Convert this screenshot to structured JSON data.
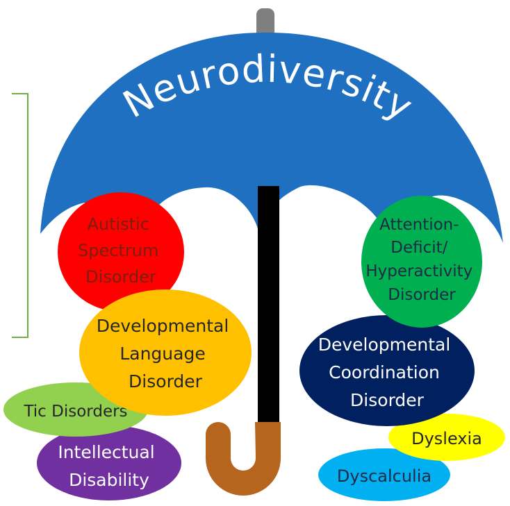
{
  "umbrella": {
    "title": "Neurodiversity",
    "canopy_color": "#1f70c1",
    "shaft_color": "#000000",
    "handle_color": "#b5651d",
    "tip_color": "#7f7f7f"
  },
  "frame": {
    "border_color": "#70ad47"
  },
  "conditions": [
    {
      "id": "autistic-spectrum-disorder",
      "lines": [
        "Autistic",
        "Spectrum",
        "Disorder"
      ],
      "fill": "#ff0000",
      "text_color": "#7a1f10"
    },
    {
      "id": "developmental-language-disorder",
      "lines": [
        "Developmental",
        "Language",
        "Disorder"
      ],
      "fill": "#ffc000",
      "text_color": "#262626"
    },
    {
      "id": "tic-disorders",
      "lines": [
        "Tic Disorders"
      ],
      "fill": "#92d050",
      "text_color": "#262626"
    },
    {
      "id": "intellectual-disability",
      "lines": [
        "Intellectual",
        "Disability"
      ],
      "fill": "#7030a0",
      "text_color": "#ffffff"
    },
    {
      "id": "adhd",
      "lines": [
        "Attention-",
        "Deficit/",
        "Hyperactivity",
        "Disorder"
      ],
      "fill": "#00b050",
      "text_color": "#1f2a44"
    },
    {
      "id": "developmental-coordination-disorder",
      "lines": [
        "Developmental",
        "Coordination",
        "Disorder"
      ],
      "fill": "#002060",
      "text_color": "#ffffff"
    },
    {
      "id": "dyslexia",
      "lines": [
        "Dyslexia"
      ],
      "fill": "#ffff00",
      "text_color": "#262626"
    },
    {
      "id": "dyscalculia",
      "lines": [
        "Dyscalculia"
      ],
      "fill": "#00b0f0",
      "text_color": "#1f2a44"
    }
  ]
}
